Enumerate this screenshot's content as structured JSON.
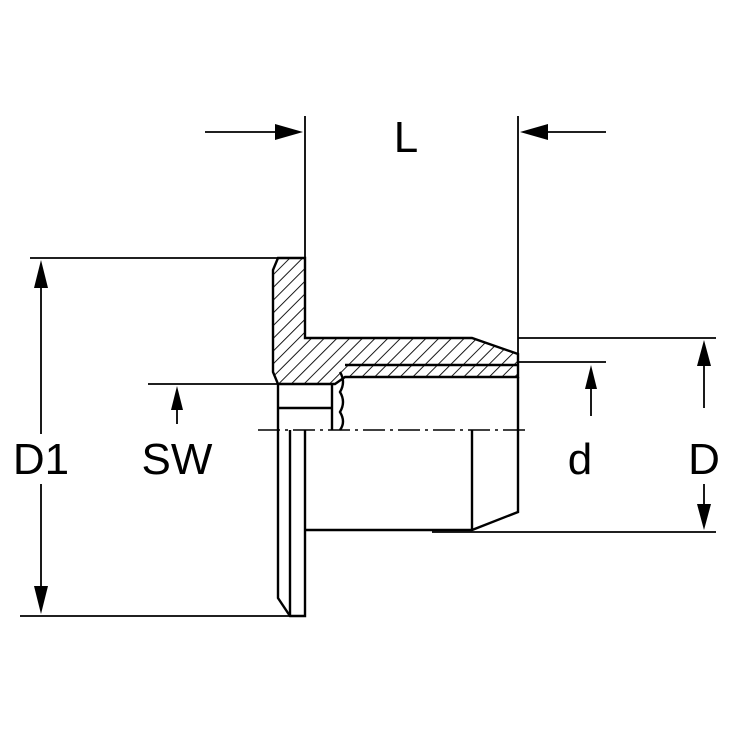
{
  "colors": {
    "line": "#000000",
    "background": "#ffffff"
  },
  "labels": {
    "length": "L",
    "flange_diameter": "D1",
    "wrench_size": "SW",
    "thread_diameter": "d",
    "outer_diameter": "D"
  }
}
